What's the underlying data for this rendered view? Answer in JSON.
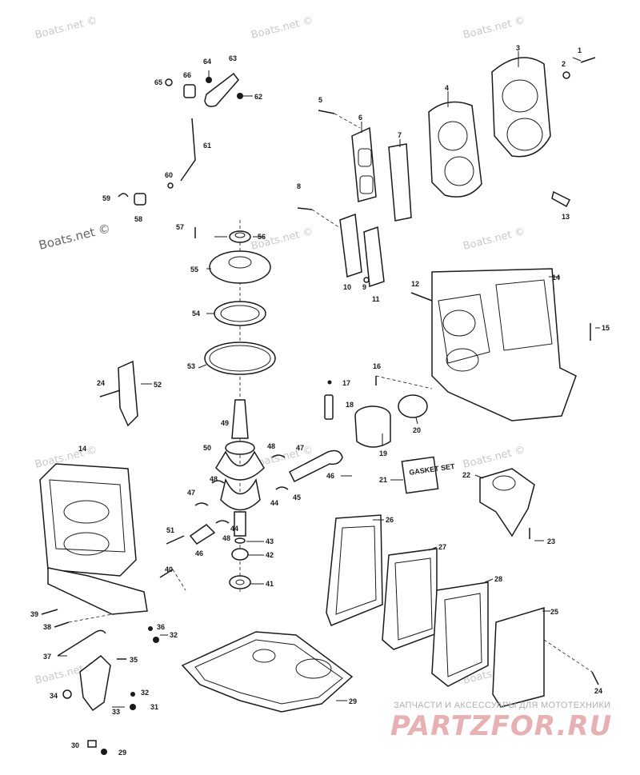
{
  "watermark_text": "Boats.net ©",
  "footer": {
    "caption": "ЗАПЧАСТИ И АКСЕССУАРЫ ДЛЯ МОТОТЕХНИКИ",
    "logo": "PARTZFOR.RU"
  },
  "box_label": "GASKET SET",
  "callouts": [
    "1",
    "2",
    "3",
    "4",
    "5",
    "6",
    "7",
    "8",
    "9",
    "10",
    "11",
    "12",
    "13",
    "14",
    "15",
    "16",
    "17",
    "18",
    "19",
    "20",
    "21",
    "22",
    "23",
    "24",
    "25",
    "26",
    "27",
    "28",
    "29",
    "30",
    "31",
    "32",
    "33",
    "34",
    "35",
    "36",
    "37",
    "38",
    "39",
    "40",
    "41",
    "42",
    "43",
    "44",
    "45",
    "46",
    "47",
    "48",
    "49",
    "50",
    "51",
    "52",
    "53",
    "54",
    "55",
    "56",
    "57",
    "58",
    "59",
    "60",
    "61",
    "62",
    "63",
    "64",
    "65",
    "66"
  ]
}
